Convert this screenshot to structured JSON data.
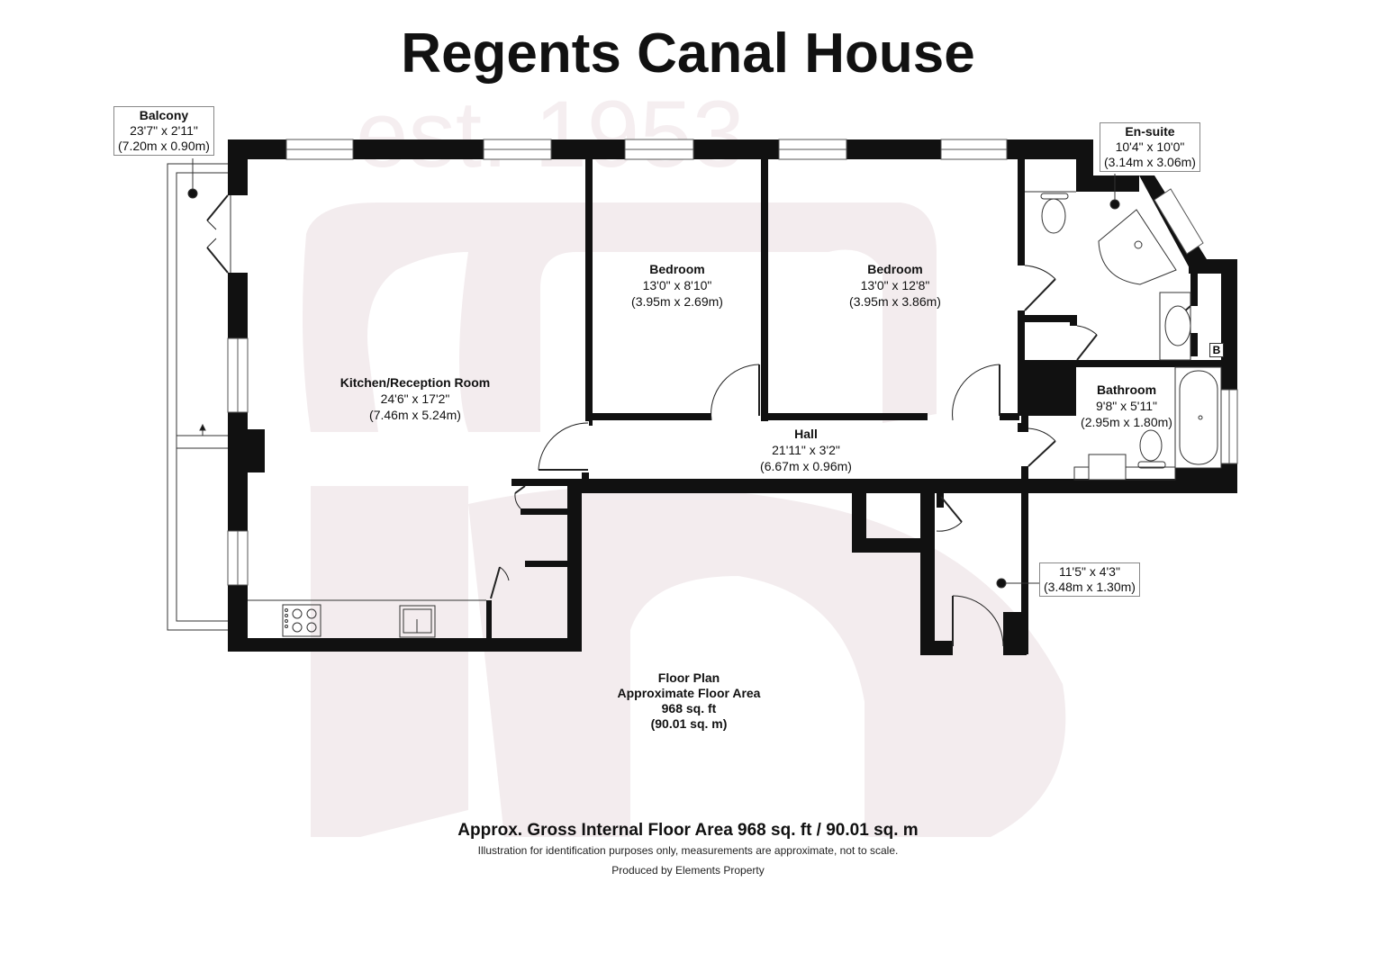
{
  "title": "Regents Canal House",
  "watermark": {
    "text": "est. 1953",
    "color": "#f3ecee"
  },
  "colors": {
    "wall": "#111111",
    "line": "#222222",
    "callout_border": "#888888"
  },
  "rooms": [
    {
      "id": "kitchen",
      "name": "Kitchen/Reception Room",
      "imperial": "24'6\" x 17'2\"",
      "metric": "(7.46m x 5.24m)"
    },
    {
      "id": "bedroom1",
      "name": "Bedroom",
      "imperial": "13'0\" x 8'10\"",
      "metric": "(3.95m x 2.69m)"
    },
    {
      "id": "bedroom2",
      "name": "Bedroom",
      "imperial": "13'0\" x 12'8\"",
      "metric": "(3.95m x 3.86m)"
    },
    {
      "id": "hall",
      "name": "Hall",
      "imperial": "21'11\" x 3'2\"",
      "metric": "(6.67m x 0.96m)"
    },
    {
      "id": "bathroom",
      "name": "Bathroom",
      "imperial": "9'8\" x 5'11\"",
      "metric": "(2.95m x 1.80m)"
    }
  ],
  "callouts": [
    {
      "id": "balcony",
      "name": "Balcony",
      "imperial": "23'7\" x 2'11\"",
      "metric": "(7.20m x 0.90m)"
    },
    {
      "id": "ensuite",
      "name": "En-suite",
      "imperial": "10'4\" x 10'0\"",
      "metric": "(3.14m x 3.06m)"
    },
    {
      "id": "entrance",
      "name": "",
      "imperial": "11'5\" x 4'3\"",
      "metric": "(3.48m x 1.30m)"
    }
  ],
  "boiler_label": "B",
  "floor_area": {
    "line1": "Floor Plan",
    "line2": "Approximate Floor Area",
    "line3": "968 sq. ft",
    "line4": "(90.01 sq. m)"
  },
  "footer": {
    "main": "Approx. Gross Internal Floor Area 968 sq. ft / 90.01 sq. m",
    "disclaimer": "Illustration for identification purposes only, measurements are approximate, not to scale.",
    "credit": "Produced by Elements Property"
  }
}
